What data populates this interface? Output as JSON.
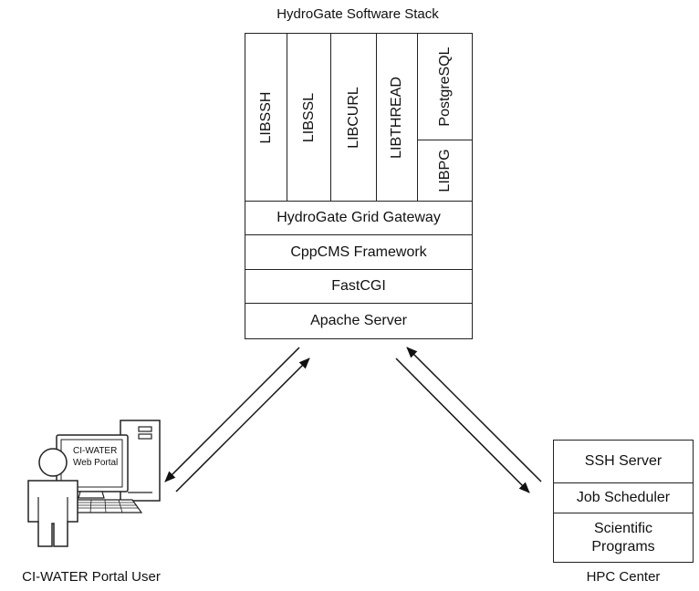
{
  "stack": {
    "title": "HydroGate Software Stack",
    "libraries": [
      "LIBSSH",
      "LIBSSL",
      "LIBCURL",
      "LIBTHREAD"
    ],
    "postgres": "PostgreSQL",
    "libpg": "LIBPG",
    "layers": [
      "HydroGate Grid Gateway",
      "CppCMS Framework",
      "FastCGI",
      "Apache Server"
    ]
  },
  "user": {
    "screen_text_line1": "CI-WATER",
    "screen_text_line2": "Web Portal",
    "caption": "CI-WATER Portal User"
  },
  "hpc": {
    "rows": [
      "SSH Server",
      "Job Scheduler",
      "Scientific",
      "Programs"
    ],
    "caption": "HPC Center"
  }
}
